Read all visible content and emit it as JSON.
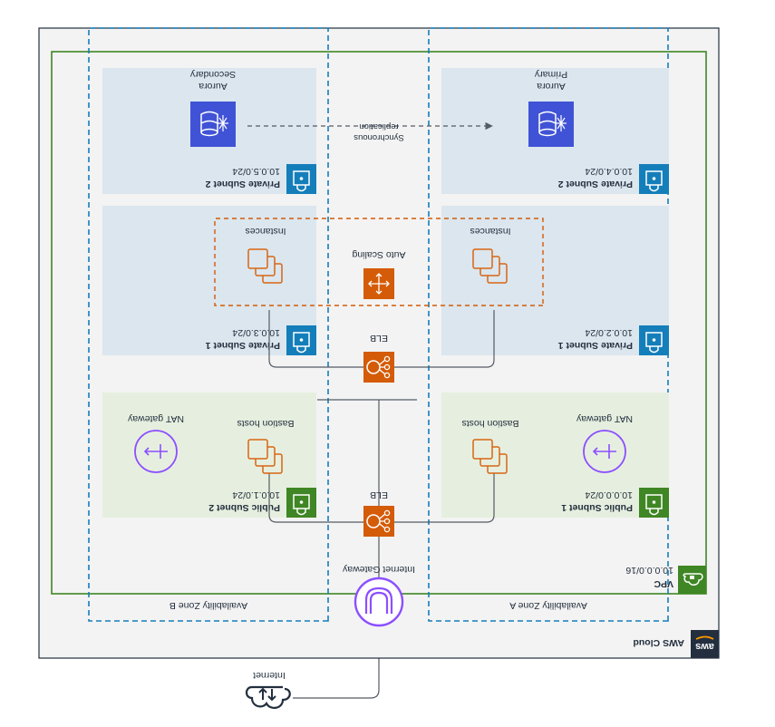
{
  "orientation": "rotated-180",
  "colors": {
    "aws_dark": "#232f3e",
    "vpc_green": "#3f8624",
    "az_blue": "#147eba",
    "public_subnet_fill": "#e6efdf",
    "private_subnet_fill": "#dbe6ef",
    "cloud_fill": "#f3f3f3",
    "aurora_purple": "#4053d6",
    "elb_orange": "#d45b07",
    "gateway_purple": "#8c4fff"
  },
  "internet": {
    "label": "Internet",
    "icon": "internet-cloud-icon"
  },
  "aws_cloud": {
    "label": "AWS Cloud",
    "logo": "aws"
  },
  "vpc": {
    "label": "VPC",
    "cidr": "10.0.0.0/16",
    "icon": "vpc-cloud-icon"
  },
  "internet_gateway": {
    "label": "Internet Gateway",
    "icon": "internet-gateway-icon"
  },
  "availability_zones": [
    {
      "label": "Availability Zone A",
      "public_subnet": {
        "title": "Public Subnet 1",
        "cidr": "10.0.0.0/24"
      },
      "private_subnet_app": {
        "title": "Private Subnet 1",
        "cidr": "10.0.2.0/24"
      },
      "private_subnet_db": {
        "title": "Private Subnet 2",
        "cidr": "10.0.4.0/24"
      },
      "bastion_label": "Bastion hosts",
      "nat_label": "NAT gateway",
      "instances_label": "Instances",
      "aurora_label": [
        "Aurora",
        "Primary"
      ]
    },
    {
      "label": "Availability Zone B",
      "public_subnet": {
        "title": "Public Subnet 2",
        "cidr": "10.0.1.0/24"
      },
      "private_subnet_app": {
        "title": "Private Subnet 1",
        "cidr": "10.0.3.0/24"
      },
      "private_subnet_db": {
        "title": "Private Subnet 2",
        "cidr": "10.0.5.0/24"
      },
      "bastion_label": "Bastion hosts",
      "nat_label": "NAT gateway",
      "instances_label": "Instances",
      "aurora_label": [
        "Aurora",
        "Secondary"
      ]
    }
  ],
  "elb_public": {
    "label": "ELB"
  },
  "elb_private": {
    "label": "ELB"
  },
  "auto_scaling": {
    "label": "Auto Scaling"
  },
  "replication": {
    "label": [
      "Synchronous",
      "replication"
    ]
  }
}
